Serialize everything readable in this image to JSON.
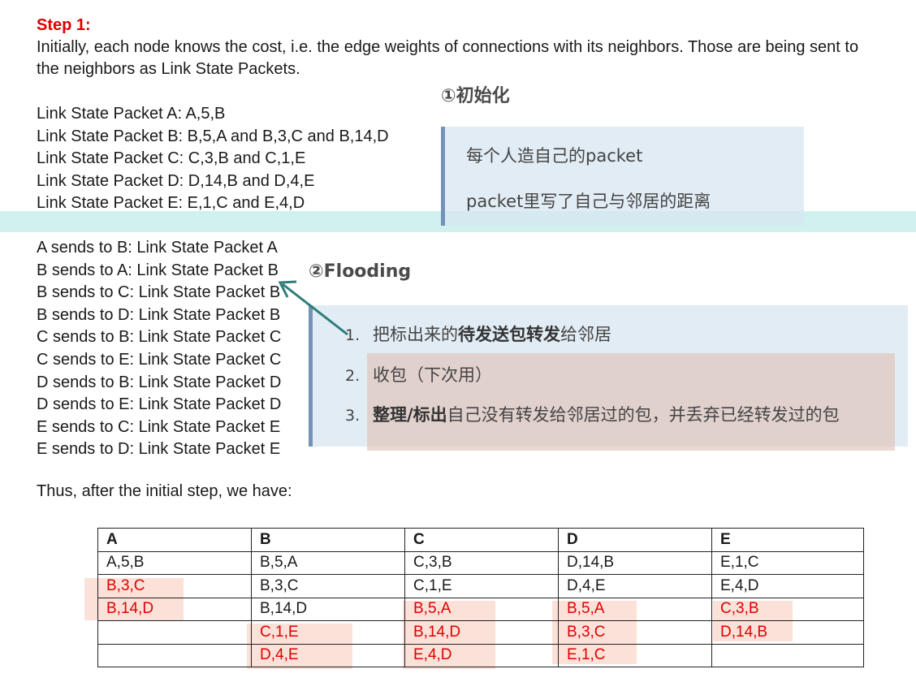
{
  "step_title": "Step 1:",
  "intro": "Initially, each node knows the cost, i.e. the edge weights of connections with its neighbors. Those are being sent to the neighbors as Link State Packets.",
  "packets": [
    "Link State Packet A: A,5,B",
    "Link State Packet B: B,5,A and B,3,C and B,14,D",
    "Link State Packet C: C,3,B and C,1,E",
    "Link State Packet D: D,14,B and D,4,E",
    "Link State Packet E: E,1,C and E,4,D"
  ],
  "sends": [
    "A sends to B: Link State Packet A",
    "B sends to A: Link State Packet B",
    "B sends to C: Link State Packet B",
    "B sends to D: Link State Packet B",
    "C sends to B: Link State Packet C",
    "C sends to E: Link State Packet C",
    "D sends to B: Link State Packet D",
    "D sends to E: Link State Packet D",
    "E sends to C: Link State Packet E",
    "E sends to D: Link State Packet E"
  ],
  "thus": "Thus, after the initial step, we have:",
  "annotations": {
    "init_title": "①初始化",
    "init_lines": [
      "每个人造自己的packet",
      "packet里写了自己与邻居的距离"
    ],
    "flood_title": "②Flooding",
    "flood_items": [
      {
        "num": "1.",
        "pre": "把标出来的",
        "bold": "待发送包转发",
        "post": "给邻居"
      },
      {
        "num": "2.",
        "pre": "收包（下次用）",
        "bold": "",
        "post": ""
      },
      {
        "num": "3.",
        "pre": "",
        "bold": "整理/标出",
        "post": "自己没有转发给邻居过的包，并丢弃已经转发过的包"
      }
    ]
  },
  "table": {
    "headers": [
      "A",
      "B",
      "C",
      "D",
      "E"
    ],
    "rows": [
      [
        "A,5,B",
        "B,5,A",
        "C,3,B",
        "D,14,B",
        "E,1,C"
      ],
      [
        "B,3,C",
        "B,3,C",
        "C,1,E",
        "D,4,E",
        "E,4,D"
      ],
      [
        "B,14,D",
        "B,14,D",
        "B,5,A",
        "B,5,A",
        "C,3,B"
      ],
      [
        "",
        "C,1,E",
        "B,14,D",
        "B,3,C",
        "D,14,B"
      ],
      [
        "",
        "D,4,E",
        "E,4,D",
        "E,1,C",
        ""
      ]
    ]
  },
  "colors": {
    "red": "#e00000",
    "box_bg": "#d7e6f0",
    "box_border": "#7592b8",
    "arrow": "#2e7d78"
  }
}
